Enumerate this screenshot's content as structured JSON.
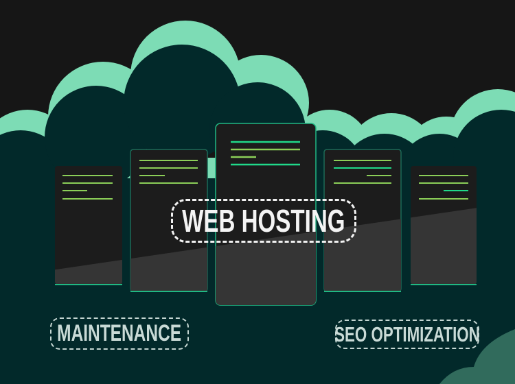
{
  "title": "WEB HOSTING",
  "labels": {
    "left": "MAINTENANCE",
    "right": "SEO OPTIMIZATION"
  },
  "colors": {
    "background": "#161616",
    "cloud_dark": "#02292a",
    "cloud_mint": "#7ddcb5",
    "server": "#1c1c1c",
    "server_shade": "#353535",
    "accent_line": "#20d98a",
    "line_green": "#8ccf58"
  },
  "icons": [
    "cloud-icon",
    "server-icon"
  ]
}
